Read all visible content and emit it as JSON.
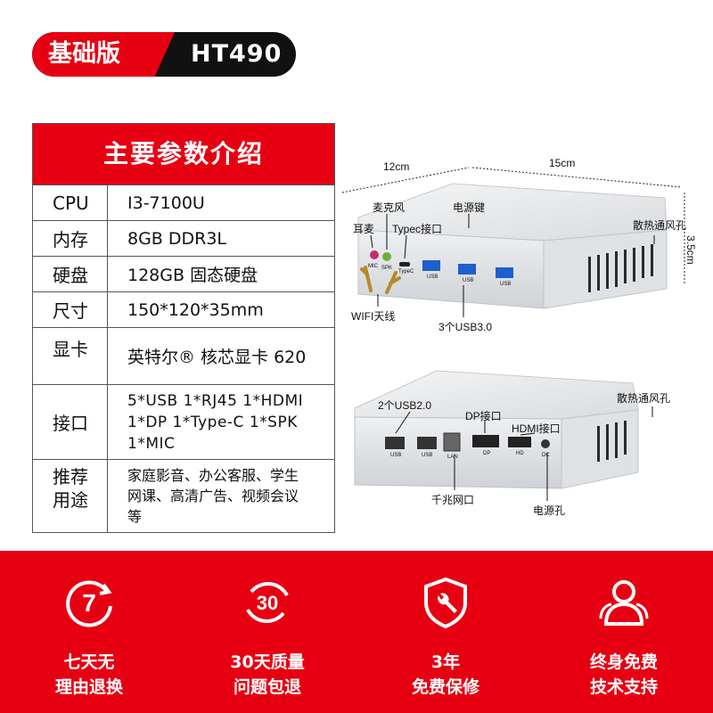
{
  "badge": {
    "edition": "基础版",
    "model": "HT490"
  },
  "params": {
    "title": "主要参数介绍",
    "rows": [
      {
        "key": "CPU",
        "value": "I3-7100U"
      },
      {
        "key": "内存",
        "value": "8GB DDR3L"
      },
      {
        "key": "硬盘",
        "value": "128GB 固态硬盘"
      },
      {
        "key": "尺寸",
        "value": "150*120*35mm"
      },
      {
        "key": "显卡",
        "value": "英特尔® 核芯显卡 620"
      },
      {
        "key": "接口",
        "value_lines": [
          "5*USB 1*RJ45 1*HDMI",
          "1*DP 1*Type-C 1*SPK",
          "1*MIC"
        ]
      },
      {
        "key_lines": [
          "推荐",
          "用途"
        ],
        "value_lines": [
          "家庭影音、办公客服、学生",
          "网课、高清广告、视频会议",
          "等"
        ]
      }
    ]
  },
  "product": {
    "dims": {
      "depth": "12cm",
      "width": "15cm",
      "height": "3.5cm"
    },
    "front_labels": {
      "headphone": "耳麦",
      "mic": "麦克风",
      "typec": "Typec接口",
      "power_button": "电源键",
      "vent": "散热通风孔",
      "wifi": "WIFI天线",
      "usb3": "3个USB3.0",
      "usb_port_text": "USB",
      "mic_port_text": "MIC",
      "spk_port_text": "SPK",
      "typec_port_text": "TypeC"
    },
    "back_labels": {
      "usb2": "2个USB2.0",
      "dp": "DP接口",
      "hdmi": "HDMI接口",
      "vent": "散热通风孔",
      "lan": "千兆网口",
      "power_jack": "电源孔",
      "usb_port_text": "USB",
      "lan_port_text": "LAN",
      "dp_port_text": "DP",
      "hd_port_text": "HD",
      "dc_port_text": "DC"
    }
  },
  "features": [
    {
      "icon": "seven-day-return-icon",
      "number": "7",
      "line1": "七天无",
      "line2": "理由退换"
    },
    {
      "icon": "thirty-day-quality-icon",
      "number": "30",
      "line1": "30天质量",
      "line2": "问题包退"
    },
    {
      "icon": "shield-wrench-icon",
      "line1": "3年",
      "line2": "免费保修"
    },
    {
      "icon": "support-people-icon",
      "line1": "终身免费",
      "line2": "技术支持"
    }
  ],
  "colors": {
    "brand_red": "#e60012",
    "badge_black": "#111111",
    "device_silver": "#e7e8ea"
  }
}
